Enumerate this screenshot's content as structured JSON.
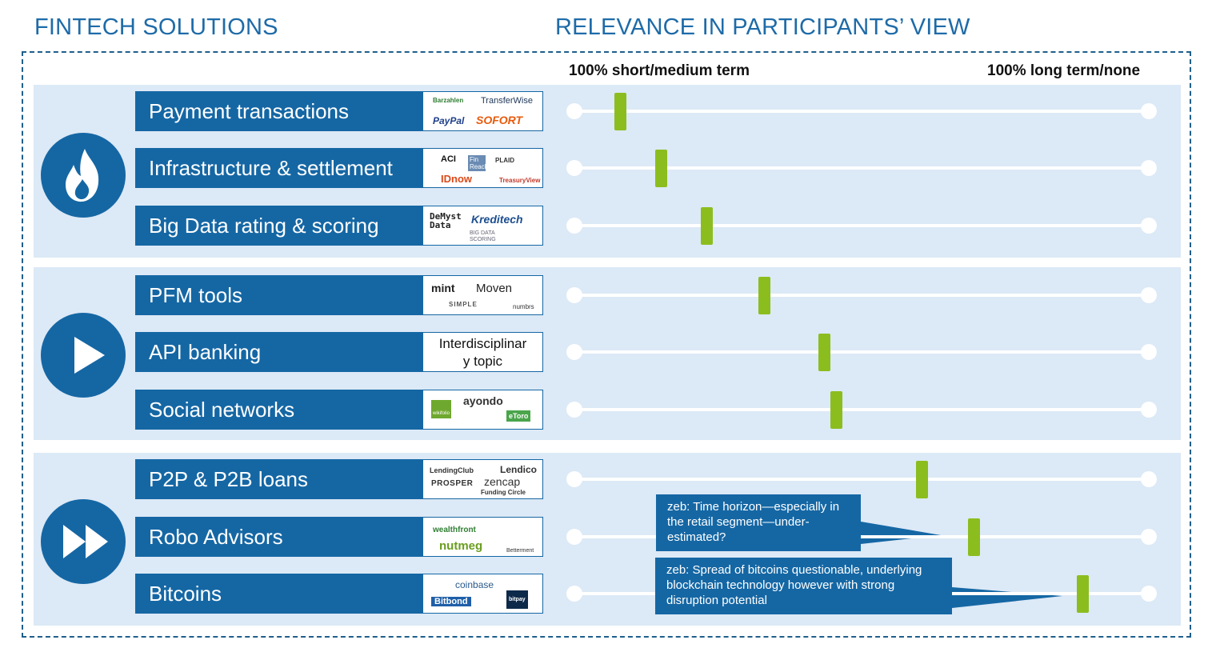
{
  "headings": {
    "left": "FINTECH SOLUTIONS",
    "right": "RELEVANCE IN PARTICIPANTS’ VIEW"
  },
  "scale": {
    "left_label": "100% short/medium term",
    "right_label": "100% long term/none"
  },
  "groups": [
    {
      "icon": "fire-icon"
    },
    {
      "icon": "play-icon"
    },
    {
      "icon": "fast-forward-icon"
    }
  ],
  "rows": [
    {
      "label": "Payment transactions",
      "relevance": 0.08,
      "logos": [
        "Barzahlen",
        "TransferWise",
        "PayPal",
        "SOFORT"
      ]
    },
    {
      "label": "Infrastructure & settlement",
      "relevance": 0.15,
      "logos": [
        "ACI",
        "Fin Reach",
        "PLAID",
        "IDnow",
        "TreasuryView"
      ]
    },
    {
      "label": "Big Data rating & scoring",
      "relevance": 0.23,
      "logos": [
        "DeMyst Data",
        "Kreditech",
        "BIG DATA SCORING"
      ]
    },
    {
      "label": "PFM tools",
      "relevance": 0.33,
      "logos": [
        "mint",
        "Moven",
        "SIMPLE",
        "numbrs"
      ]
    },
    {
      "label": "API banking",
      "relevance": 0.435,
      "logos": [],
      "logo_text": "Interdisciplinary topic"
    },
    {
      "label": "Social networks",
      "relevance": 0.455,
      "logos": [
        "wikifolio",
        "ayondo",
        "eToro"
      ]
    },
    {
      "label": "P2P & P2B loans",
      "relevance": 0.605,
      "logos": [
        "LendingClub",
        "Lendico",
        "PROSPER",
        "zencap",
        "Funding Circle"
      ]
    },
    {
      "label": "Robo Advisors",
      "relevance": 0.695,
      "logos": [
        "wealthfront",
        "nutmeg",
        "Betterment"
      ]
    },
    {
      "label": "Bitcoins",
      "relevance": 0.885,
      "logos": [
        "coinbase",
        "Bitbond",
        "bitpay"
      ]
    }
  ],
  "callouts": [
    {
      "text": "zeb: Time horizon—especially in the retail segment—under-estimated?",
      "target": "Robo Advisors"
    },
    {
      "text": "zeb: Spread of bitcoins questionable, underlying blockchain technology however with strong disruption potential",
      "target": "Bitcoins"
    }
  ],
  "colors": {
    "primary_blue": "#1567a4",
    "band_blue": "#dce9f6",
    "marker_green": "#8cbd1f",
    "heading_blue": "#1e6ba8"
  }
}
